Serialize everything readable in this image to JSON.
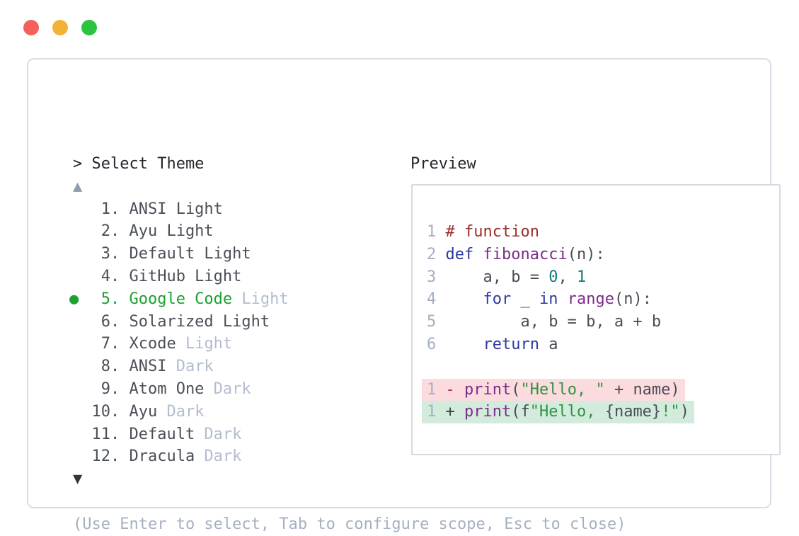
{
  "window": {
    "traffic_lights": [
      {
        "name": "close-button",
        "color": "#f4615c"
      },
      {
        "name": "minimize-button",
        "color": "#f2b234"
      },
      {
        "name": "maximize-button",
        "color": "#2bc340"
      }
    ]
  },
  "prompt": "> Select Theme",
  "scroll_up_indicator": "▲",
  "scroll_down_indicator": "▼",
  "selected_marker": "●",
  "themes": [
    {
      "number": "1",
      "name": "ANSI Light",
      "suffix": "",
      "selected": false
    },
    {
      "number": "2",
      "name": "Ayu Light",
      "suffix": "",
      "selected": false
    },
    {
      "number": "3",
      "name": "Default Light",
      "suffix": "",
      "selected": false
    },
    {
      "number": "4",
      "name": "GitHub Light",
      "suffix": "",
      "selected": false
    },
    {
      "number": "5",
      "name": "Google Code",
      "suffix": " Light",
      "selected": true
    },
    {
      "number": "6",
      "name": "Solarized Light",
      "suffix": "",
      "selected": false
    },
    {
      "number": "7",
      "name": "Xcode",
      "suffix": " Light",
      "selected": false
    },
    {
      "number": "8",
      "name": "ANSI",
      "suffix": " Dark",
      "selected": false
    },
    {
      "number": "9",
      "name": "Atom One",
      "suffix": " Dark",
      "selected": false
    },
    {
      "number": "10",
      "name": "Ayu",
      "suffix": " Dark",
      "selected": false
    },
    {
      "number": "11",
      "name": "Default",
      "suffix": " Dark",
      "selected": false
    },
    {
      "number": "12",
      "name": "Dracula",
      "suffix": " Dark",
      "selected": false
    }
  ],
  "hint": "(Use Enter to select, Tab to configure scope, Esc to close)",
  "preview": {
    "title": "Preview",
    "code_lines": [
      {
        "num": "1",
        "tokens": [
          {
            "t": "# function",
            "c": "com"
          }
        ]
      },
      {
        "num": "2",
        "tokens": [
          {
            "t": "def",
            "c": "kwd"
          },
          {
            "t": " ",
            "c": "pln"
          },
          {
            "t": "fibonacci",
            "c": "typ"
          },
          {
            "t": "(n):",
            "c": "pln"
          }
        ]
      },
      {
        "num": "3",
        "tokens": [
          {
            "t": "    a, b = ",
            "c": "pln"
          },
          {
            "t": "0",
            "c": "lit"
          },
          {
            "t": ", ",
            "c": "pln"
          },
          {
            "t": "1",
            "c": "lit"
          }
        ]
      },
      {
        "num": "4",
        "tokens": [
          {
            "t": "    ",
            "c": "pln"
          },
          {
            "t": "for",
            "c": "kwd"
          },
          {
            "t": " _ ",
            "c": "pln"
          },
          {
            "t": "in",
            "c": "kwd"
          },
          {
            "t": " ",
            "c": "pln"
          },
          {
            "t": "range",
            "c": "typ"
          },
          {
            "t": "(n):",
            "c": "pln"
          }
        ]
      },
      {
        "num": "5",
        "tokens": [
          {
            "t": "        a, b = b, a + b",
            "c": "pln"
          }
        ]
      },
      {
        "num": "6",
        "tokens": [
          {
            "t": "    ",
            "c": "pln"
          },
          {
            "t": "return",
            "c": "kwd"
          },
          {
            "t": " a",
            "c": "pln"
          }
        ]
      }
    ],
    "diff_lines": [
      {
        "num": "1",
        "sign": "-",
        "type": "removed",
        "tokens": [
          {
            "t": "print",
            "c": "typ"
          },
          {
            "t": "(",
            "c": "pln"
          },
          {
            "t": "\"Hello, \"",
            "c": "str"
          },
          {
            "t": " + name)",
            "c": "pln"
          }
        ]
      },
      {
        "num": "1",
        "sign": "+",
        "type": "added",
        "tokens": [
          {
            "t": "print",
            "c": "typ"
          },
          {
            "t": "(f",
            "c": "pln"
          },
          {
            "t": "\"Hello, ",
            "c": "str"
          },
          {
            "t": "{name}",
            "c": "pln"
          },
          {
            "t": "!\"",
            "c": "str"
          },
          {
            "t": ")",
            "c": "pln"
          }
        ]
      }
    ]
  },
  "colors": {
    "selected_green": "#1da12e",
    "diff_removed_bg": "#fbdbde",
    "diff_added_bg": "#d2ebdc",
    "comment": "#973029",
    "keyword": "#2c3b9d",
    "type_name": "#7c2e88",
    "literal": "#137c7d",
    "string": "#2f9340",
    "panel_border": "#d9dde5"
  }
}
